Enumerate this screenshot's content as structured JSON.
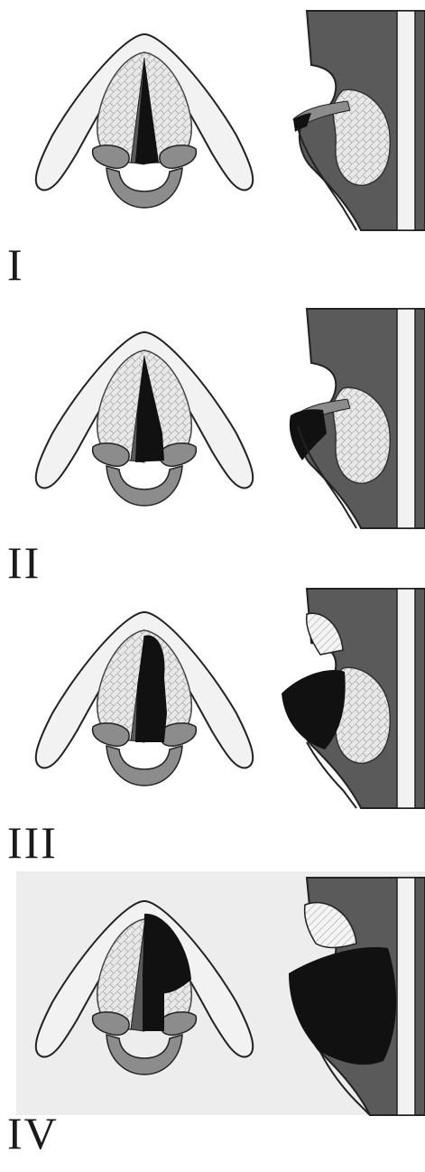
{
  "figure": {
    "stages": [
      {
        "numeral": "I"
      },
      {
        "numeral": "II"
      },
      {
        "numeral": "III"
      },
      {
        "numeral": "IV"
      }
    ]
  },
  "colors": {
    "cartilage": "#f2f2f2",
    "tissue_gray": "#8c8c8c",
    "tissue_dark": "#5a5a5a",
    "tumor": "#111111",
    "outline": "#222222",
    "hatched": "#e6e6e6"
  }
}
